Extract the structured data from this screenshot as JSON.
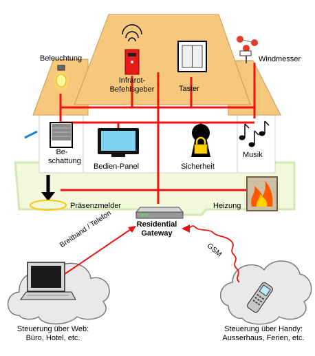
{
  "labels": {
    "beleuchtung": "Beleuchtung",
    "infrarot_1": "Infrarot-",
    "infrarot_2": "Befehlsgeber",
    "taster": "Taster",
    "windmesser": "Windmesser",
    "beschattung_1": "Be-",
    "beschattung_2": "schattung",
    "bedien_panel": "Bedien-Panel",
    "sicherheit": "Sicherheit",
    "musik": "Musik",
    "praesenzmelder": "Präsenzmelder",
    "heizung": "Heizung",
    "gateway_1": "Residential",
    "gateway_2": "Gateway",
    "breitband": "Breitband / Telefon",
    "gsm": "GSM",
    "web_1": "Steuerung über Web:",
    "web_2": "Büro, Hotel, etc.",
    "handy_1": "Steuerung über Handy:",
    "handy_2": "Ausserhaus, Ferien, etc."
  },
  "colors": {
    "roof": "#f5c87e",
    "roof_stroke": "#c89a55",
    "wall": "#ffffff",
    "floor": "#f2f8dc",
    "floor_stroke": "#d5e6b5",
    "wire": "#ee1111",
    "cloud": "#e9e9e9"
  }
}
